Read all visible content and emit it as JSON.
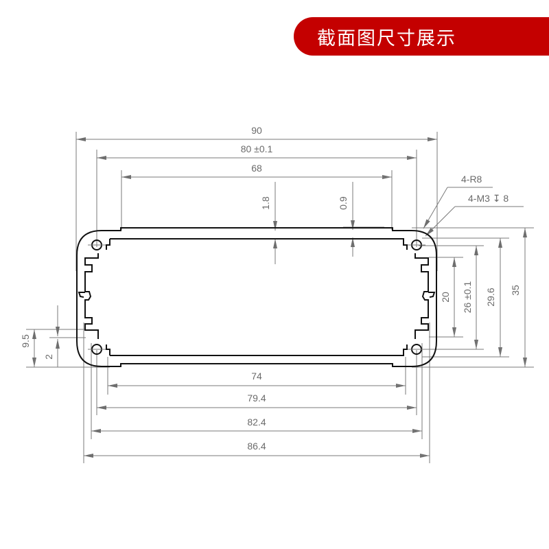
{
  "banner": {
    "title": "截面图尺寸展示",
    "color": "#c40000"
  },
  "drawing": {
    "description": "Aluminum extrusion enclosure cross-section with dimensions (mm)",
    "horizontal_dimensions_top": [
      {
        "id": "overall_width",
        "label": "90"
      },
      {
        "id": "mount_width",
        "label": "80 ±0.1"
      },
      {
        "id": "top_flat_width",
        "label": "68"
      }
    ],
    "wall_thickness": [
      {
        "id": "outer_wall",
        "label": "1.8"
      },
      {
        "id": "inner_wall",
        "label": "0.9"
      }
    ],
    "callouts": [
      {
        "id": "corner_radius",
        "label": "4-R8"
      },
      {
        "id": "screw_holes",
        "label": "4-M3 ↧ 8"
      }
    ],
    "vertical_dimensions_right": [
      {
        "id": "slot_span",
        "label": "20"
      },
      {
        "id": "rail_span",
        "label": "26 ±0.1"
      },
      {
        "id": "inner_height",
        "label": "29.6"
      },
      {
        "id": "overall_height",
        "label": "35"
      }
    ],
    "vertical_dimensions_left": [
      {
        "id": "slot_offset",
        "label": "9.5"
      },
      {
        "id": "base_offset",
        "label": "2"
      }
    ],
    "horizontal_dimensions_bottom": [
      {
        "id": "inner_flat",
        "label": "74"
      },
      {
        "id": "slot_width_a",
        "label": "79.4"
      },
      {
        "id": "slot_width_b",
        "label": "82.4"
      },
      {
        "id": "outer_slot_width",
        "label": "86.4"
      }
    ]
  }
}
